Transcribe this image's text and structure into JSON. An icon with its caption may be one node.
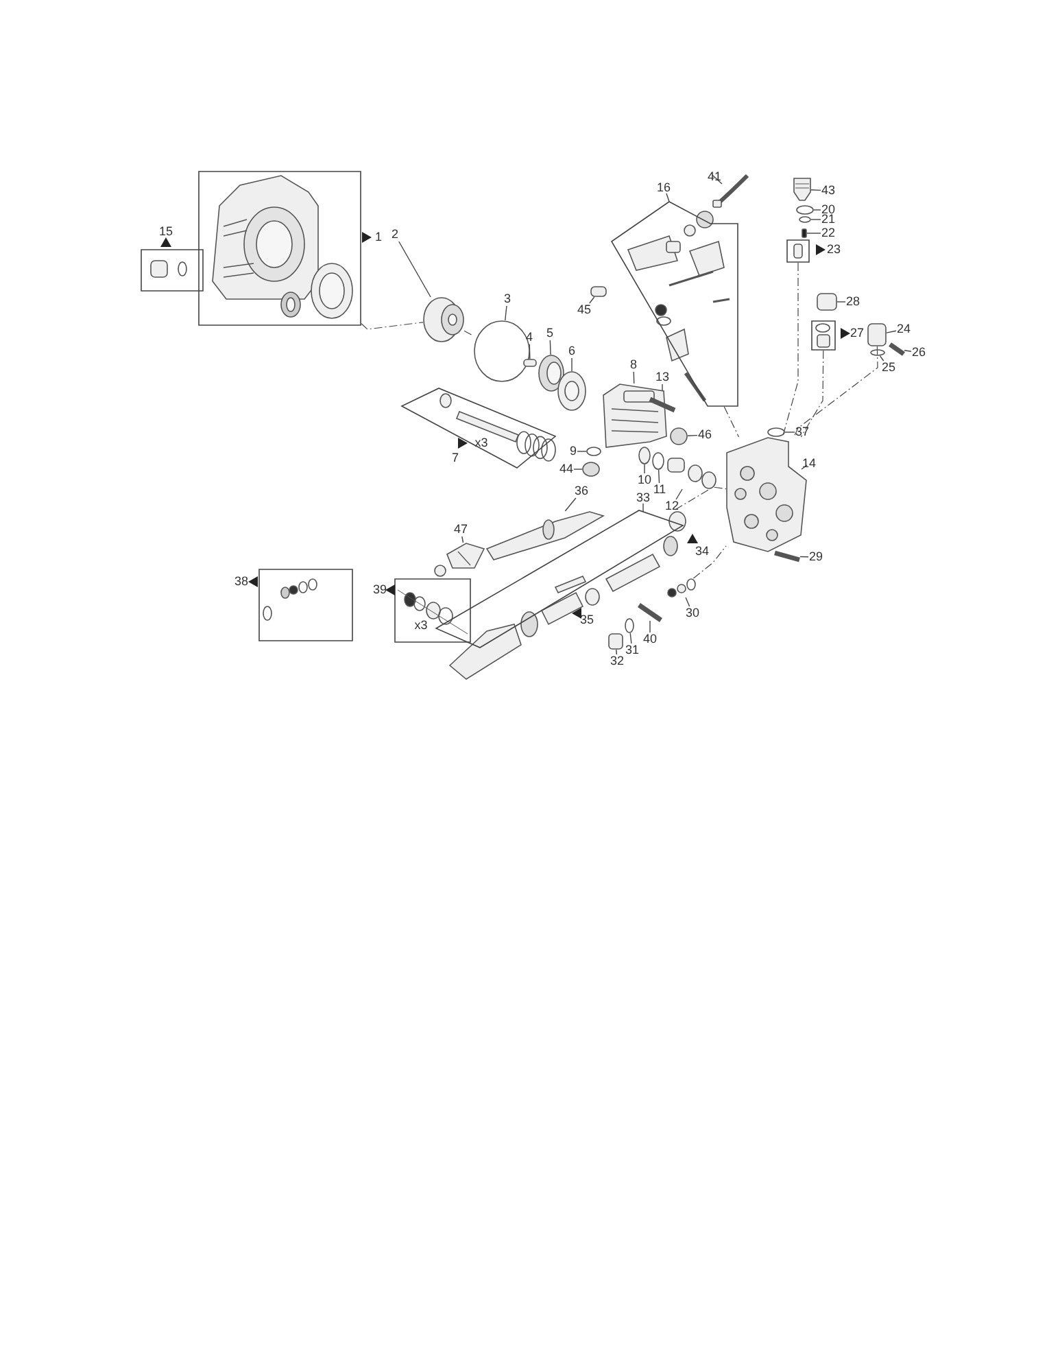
{
  "diagram": {
    "nodes": [
      {
        "text": [
          "1"
        ]
      },
      {
        "text": [
          "15"
        ]
      },
      {
        "text": [
          "41"
        ]
      },
      {
        "text": [
          "16"
        ]
      },
      {
        "text": [
          "43"
        ]
      },
      {
        "text": [
          "20"
        ]
      },
      {
        "text": [
          "21"
        ]
      },
      {
        "text": [
          "22"
        ]
      },
      {
        "text": [
          "23"
        ]
      },
      {
        "text": [
          "2"
        ]
      },
      {
        "text": [
          "3"
        ]
      },
      {
        "text": [
          "45"
        ]
      },
      {
        "text": [
          "28"
        ]
      },
      {
        "text": [
          "27"
        ]
      },
      {
        "text": [
          "24"
        ]
      },
      {
        "text": [
          "4"
        ]
      },
      {
        "text": [
          "5"
        ]
      },
      {
        "text": [
          "6"
        ]
      },
      {
        "text": [
          "26"
        ]
      },
      {
        "text": [
          "8"
        ]
      },
      {
        "text": [
          "25"
        ]
      },
      {
        "text": [
          "x3",
          "7"
        ]
      },
      {
        "text": [
          "13"
        ]
      },
      {
        "text": [
          "46"
        ]
      },
      {
        "text": [
          "37"
        ]
      },
      {
        "text": [
          "9"
        ]
      },
      {
        "text": [
          "14"
        ]
      },
      {
        "text": [
          "44"
        ]
      },
      {
        "text": [
          "10"
        ]
      },
      {
        "text": [
          "11"
        ]
      },
      {
        "text": [
          "12"
        ]
      },
      {
        "text": [
          "36"
        ]
      },
      {
        "text": [
          "33"
        ]
      },
      {
        "text": [
          "29"
        ]
      },
      {
        "text": [
          "47"
        ]
      },
      {
        "text": [
          "38"
        ]
      },
      {
        "text": [
          "39",
          "x3"
        ]
      },
      {
        "text": [
          "30"
        ]
      },
      {
        "text": [
          "40"
        ]
      },
      {
        "text": [
          "31"
        ]
      },
      {
        "text": [
          "32"
        ]
      },
      {
        "text": [],
        "shape": "picture"
      },
      {
        "text": [],
        "shape": "picture"
      },
      {
        "text": [],
        "shape": "circle"
      },
      {
        "text": [],
        "shape": "circle"
      },
      {
        "text": [],
        "shape": "box"
      },
      {
        "text": [],
        "shape": "picture"
      },
      {
        "text": [],
        "shape": "circle"
      },
      {
        "text": [],
        "shape": "box"
      },
      {
        "text": [],
        "shape": "box"
      },
      {
        "text": [],
        "shape": "box"
      },
      {
        "text": [],
        "shape": "box"
      },
      {
        "text": [],
        "shape": "picture"
      },
      {
        "text": [],
        "shape": "picture"
      },
      {
        "text": [],
        "shape": "bar"
      },
      {
        "text": [],
        "shape": "picture"
      },
      {
        "text": [],
        "shape": "circle"
      },
      {
        "text": [],
        "shape": "bar"
      },
      {
        "text": [],
        "shape": "circle"
      },
      {
        "text": [],
        "shape": "circle"
      },
      {
        "text": [],
        "shape": "circle"
      },
      {
        "text": [],
        "shape": "picture"
      },
      {
        "text": [],
        "shape": "circle"
      },
      {
        "text": [],
        "shape": "circle"
      },
      {
        "text": [],
        "shape": "circle"
      },
      {
        "text": [],
        "shape": "picture"
      },
      {
        "text": [],
        "shape": "picture"
      },
      {
        "text": [],
        "shape": "bar"
      },
      {
        "text": [],
        "shape": "picture"
      },
      {
        "text": [],
        "shape": "picture"
      },
      {
        "text": [],
        "shape": "bar"
      },
      {
        "text": [],
        "shape": "circle"
      },
      {
        "text": [],
        "shape": "box"
      }
    ],
    "edges": [
      {
        "from": 2,
        "to": 41,
        "arrow": "none"
      },
      {
        "from": 4,
        "to": 42,
        "arrow": "none"
      },
      {
        "from": 5,
        "to": 43,
        "arrow": "none"
      },
      {
        "from": 6,
        "to": 44,
        "arrow": "none"
      },
      {
        "from": 7,
        "to": 45,
        "arrow": "none"
      },
      {
        "from": 9,
        "to": 46,
        "arrow": "none"
      },
      {
        "from": 10,
        "to": 47,
        "arrow": "none"
      },
      {
        "from": 11,
        "to": 48,
        "arrow": "none"
      },
      {
        "from": 12,
        "to": 49,
        "arrow": "none"
      },
      {
        "from": 14,
        "to": 50,
        "arrow": "none"
      },
      {
        "from": 15,
        "to": 51,
        "arrow": "none"
      },
      {
        "from": 16,
        "to": 52,
        "arrow": "none"
      },
      {
        "from": 17,
        "to": 53,
        "arrow": "none"
      },
      {
        "from": 18,
        "to": 54,
        "arrow": "none"
      },
      {
        "from": 19,
        "to": 55,
        "arrow": "none"
      },
      {
        "from": 20,
        "to": 56,
        "arrow": "none"
      },
      {
        "from": 22,
        "to": 57,
        "arrow": "none"
      },
      {
        "from": 23,
        "to": 58,
        "arrow": "none"
      },
      {
        "from": 24,
        "to": 59,
        "arrow": "none"
      },
      {
        "from": 25,
        "to": 60,
        "arrow": "none"
      },
      {
        "from": 26,
        "to": 61,
        "arrow": "none"
      },
      {
        "from": 27,
        "to": 62,
        "arrow": "none"
      },
      {
        "from": 28,
        "to": 63,
        "arrow": "none"
      },
      {
        "from": 29,
        "to": 64,
        "arrow": "none"
      },
      {
        "from": 30,
        "to": 65,
        "arrow": "none"
      },
      {
        "from": 31,
        "to": 66,
        "arrow": "none"
      },
      {
        "from": 33,
        "to": 67,
        "arrow": "none"
      },
      {
        "from": 34,
        "to": 68,
        "arrow": "none"
      },
      {
        "from": 37,
        "to": 69,
        "arrow": "none"
      },
      {
        "from": 38,
        "to": 70,
        "arrow": "none"
      },
      {
        "from": 39,
        "to": 71,
        "arrow": "none"
      },
      {
        "from": 40,
        "to": 72,
        "arrow": "none"
      },
      {
        "from": 0,
        "to": 46,
        "arrow": "none",
        "style": "dashed"
      },
      {
        "from": 46,
        "to": 47,
        "arrow": "none",
        "style": "dashed"
      },
      {
        "from": 8,
        "to": 61,
        "arrow": "none",
        "style": "dashed"
      },
      {
        "from": 13,
        "to": 61,
        "arrow": "none",
        "style": "dashed"
      },
      {
        "from": 50,
        "to": 61,
        "arrow": "none",
        "style": "dashed"
      },
      {
        "from": 3,
        "to": 61,
        "arrow": "none",
        "style": "dashed"
      },
      {
        "from": 69,
        "to": 61,
        "arrow": "none",
        "style": "dashed"
      },
      {
        "from": 32,
        "to": 61,
        "arrow": "none",
        "style": "dashed"
      }
    ],
    "labels": [
      "34",
      "35"
    ]
  }
}
